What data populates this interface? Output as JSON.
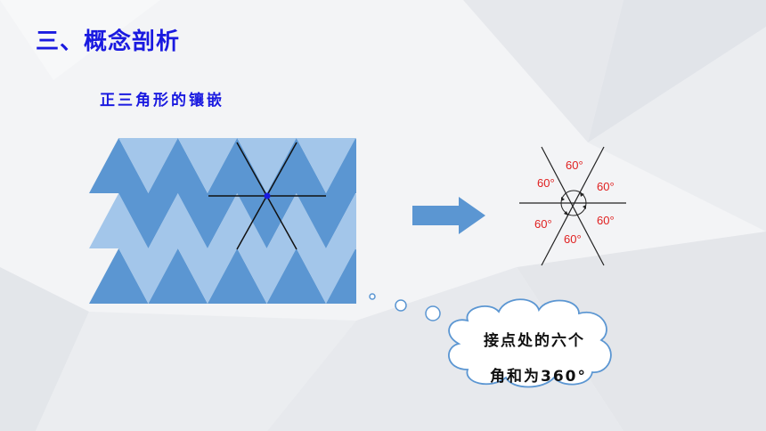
{
  "heading": "三、概念剖析",
  "subheading": "正三角形的镶嵌",
  "angle_labels": [
    "60°",
    "60°",
    "60°",
    "60°",
    "60°",
    "60°"
  ],
  "bubble": {
    "line1": "接点处的六个",
    "line2": "角和为360°"
  },
  "colors": {
    "heading": "#1a1ae0",
    "triangle_dark": "#5b96d2",
    "triangle_light": "#a3c6ea",
    "arrow": "#5b96d2",
    "angle_label": "#e02020",
    "vertex_dot": "#1a1ae0"
  }
}
